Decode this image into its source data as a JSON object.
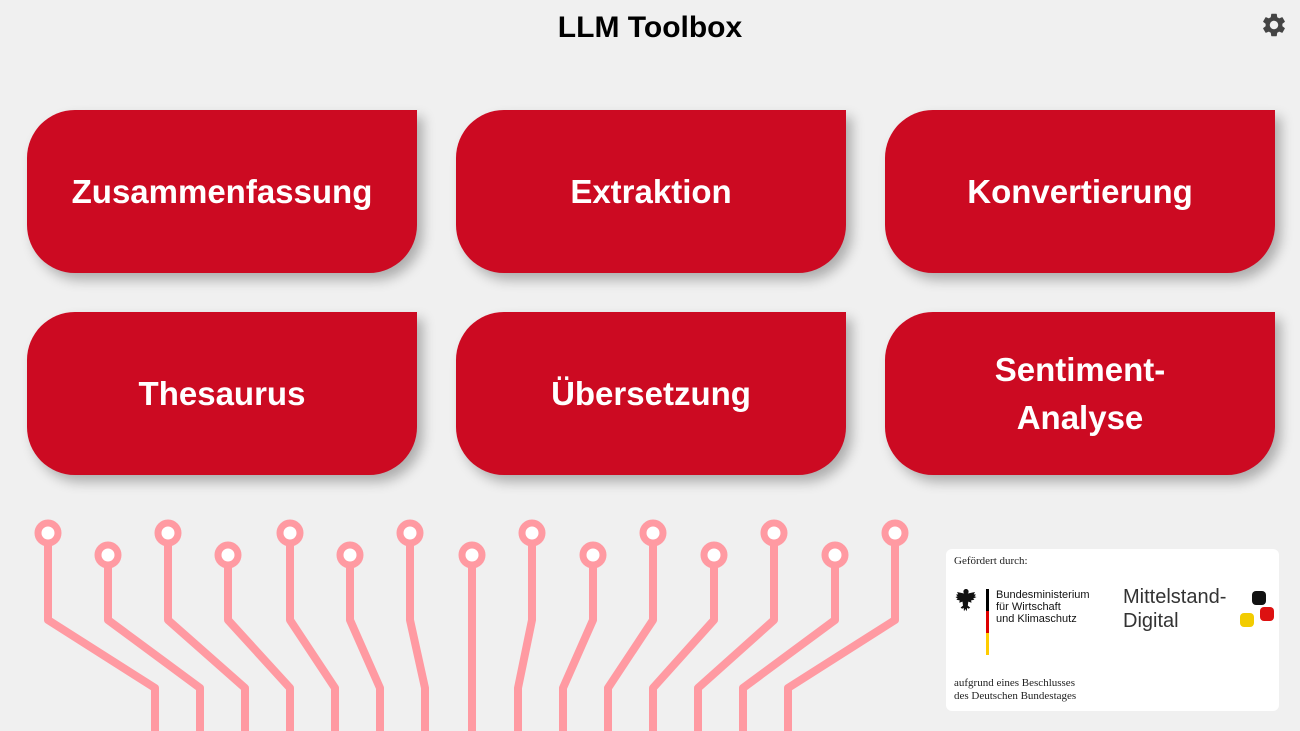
{
  "app": {
    "title": "LLM Toolbox"
  },
  "header": {
    "settings_icon": "gear-icon"
  },
  "tiles": [
    {
      "label": "Zusammenfassung"
    },
    {
      "label": "Extraktion"
    },
    {
      "label": "Konvertierung"
    },
    {
      "label": "Thesaurus"
    },
    {
      "label": "Übersetzung"
    },
    {
      "label": "Sentiment-\nAnalyse"
    }
  ],
  "sponsor": {
    "funded_by": "Gefördert durch:",
    "ministry": "Bundesministerium\nfür Wirtschaft\nund Klimaschutz",
    "program": "Mittelstand-\nDigital",
    "decision": "aufgrund eines Beschlusses\ndes Deutschen Bundestages"
  },
  "colors": {
    "background": "#f0f0f0",
    "tile": "#cc0a22",
    "tile_text": "#ffffff",
    "circuit": "#ff9aa2"
  }
}
